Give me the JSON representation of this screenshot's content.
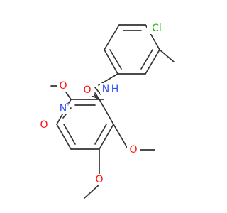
{
  "colors": {
    "bond": "#333333",
    "oxygen": "#ff0d0d",
    "nitrogen": "#3050f8",
    "chlorine": "#1db51d"
  },
  "labels": {
    "chlorine": "Cl",
    "amide_nitrogen": "N",
    "amide_hydrogen": "H",
    "carbonyl_oxygen": "O",
    "nitro_nitrogen": "N",
    "nitro_positive": "+",
    "nitro_oxygen": "O",
    "nitro_negative": "-",
    "nitro_double_oxygen": "O",
    "methoxy_oxygen_5": "O",
    "methoxy_oxygen_4": "O"
  }
}
